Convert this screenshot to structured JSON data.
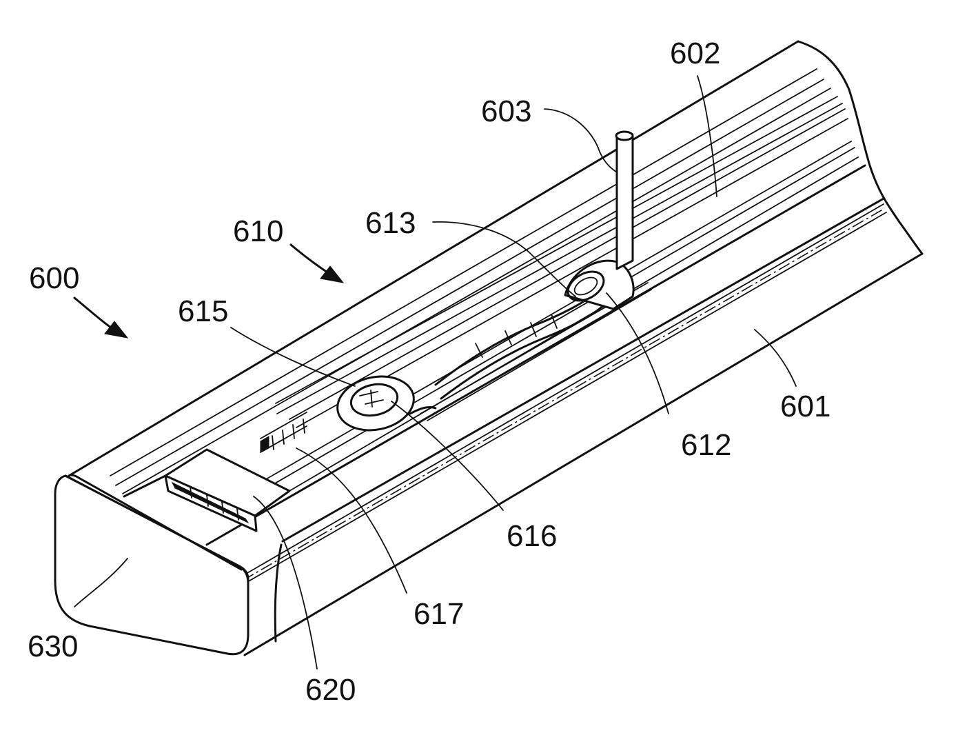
{
  "figure": {
    "labels": {
      "l600": "600",
      "l601": "601",
      "l602": "602",
      "l603": "603",
      "l610": "610",
      "l612": "612",
      "l613": "613",
      "l615": "615",
      "l616": "616",
      "l617": "617",
      "l620": "620",
      "l630": "630"
    }
  }
}
